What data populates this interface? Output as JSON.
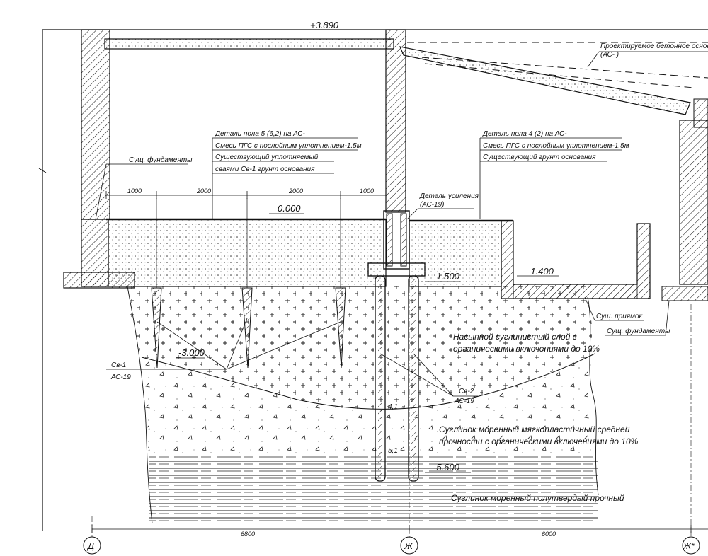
{
  "levels": {
    "top": "+3.890",
    "floor": "0.000",
    "footing": "-1.500",
    "pit": "-1.400",
    "pile_tip": "-3.000",
    "pile_bottom": "-5.600"
  },
  "notes": {
    "concrete_base_line1": "Проектируемое бетонное основан",
    "concrete_base_line2": "(АС- )",
    "floor5": [
      "Деталь пола 5 (6,2) на АС-",
      "Смесь ПГС с послойным уплотнением-1.5м",
      "Существующий уплотняемый",
      "сваями Св-1 грунт основания"
    ],
    "floor4": [
      "Деталь пола 4 (2) на АС-",
      "Смесь ПГС с послойным уплотнением-1.5м",
      "Существующий грунт основания"
    ],
    "existing_foundations": "Сущ. фундаменты",
    "reinforcement": [
      "Деталь усиления",
      "(АС-19)"
    ],
    "existing_pit": "Сущ. приямок",
    "existing_foundations_right": "Сущ. фундаменты",
    "pile1": [
      "Св-1",
      "АС-19"
    ],
    "pile2": [
      "Св-2",
      "АС-19"
    ],
    "pile_marks": [
      "4,1",
      "5,1"
    ]
  },
  "dimensions": {
    "top": [
      "1000",
      "2000",
      "2000",
      "1000"
    ],
    "bottom": [
      "6800",
      "6000"
    ]
  },
  "soil_layers": {
    "fill": [
      "Насыпной суглинистый слой с",
      "органическими включениями до 10%"
    ],
    "loam_soft": [
      "Суглинок моренный мягкопластичный средней",
      "прочности с органическими включениями до 10%"
    ],
    "loam_hard": "Суглинок моренный полутвердый прочный"
  },
  "axes": [
    "Д",
    "Ж",
    "Ж*"
  ]
}
